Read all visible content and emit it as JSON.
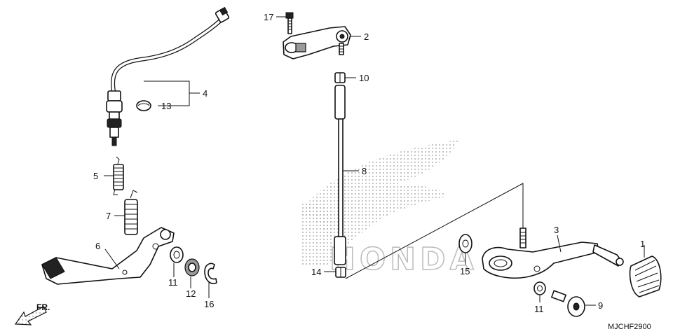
{
  "diagram": {
    "code": "MJCHF2900",
    "direction_label": "FR.",
    "watermark_text": "HONDA",
    "callouts": [
      "1",
      "2",
      "3",
      "4",
      "5",
      "6",
      "7",
      "8",
      "9",
      "10",
      "11",
      "12",
      "13",
      "14",
      "15",
      "16",
      "17",
      "11"
    ]
  }
}
